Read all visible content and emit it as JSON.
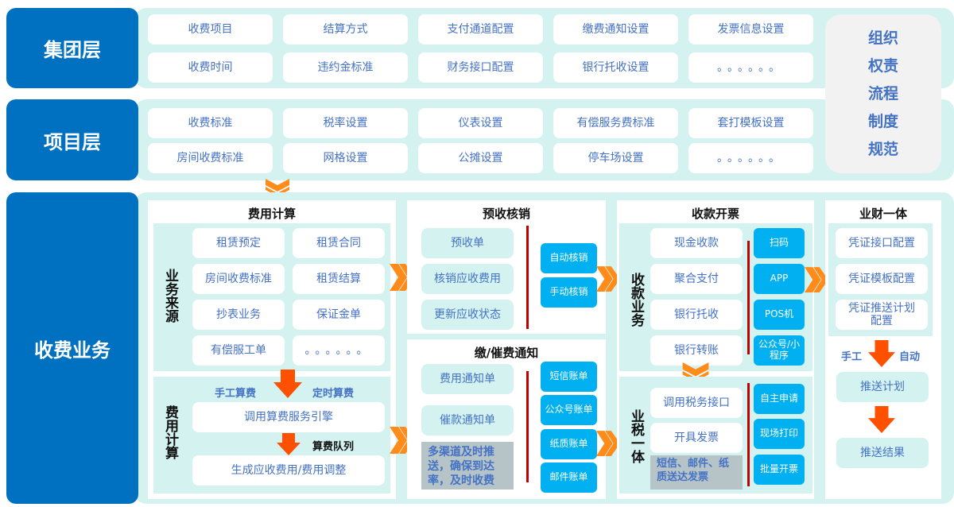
{
  "colors": {
    "layer_label_bg": "#0070c0",
    "band_bg": "#d4f3f0",
    "cell_text": "#4472c4",
    "accent_button": "#00b0f0",
    "chevron": "#ff8c1a",
    "down_arrow": "#ff5000",
    "divider": "#c00000",
    "side_panel_bg": "#f2f2f2"
  },
  "group_layer": {
    "label": "集团层",
    "row1": [
      "收费项目",
      "结算方式",
      "支付通道配置",
      "缴费通知设置",
      "发票信息设置"
    ],
    "row2": [
      "收费时间",
      "违约金标准",
      "财务接口配置",
      "银行托收设置",
      "。。。。。。"
    ]
  },
  "project_layer": {
    "label": "项目层",
    "row1": [
      "收费标准",
      "税率设置",
      "仪表设置",
      "有偿服务费标准",
      "套打模板设置"
    ],
    "row2": [
      "房间收费标准",
      "网格设置",
      "公摊设置",
      "停车场设置",
      "。。。。。。"
    ]
  },
  "governance": [
    "组织",
    "权责",
    "流程",
    "制度",
    "规范"
  ],
  "business_layer": {
    "label": "收费业务",
    "fee_calc": {
      "title": "费用计算",
      "source_label": "业务来源",
      "sources": [
        "租赁预定",
        "租赁合同",
        "房间收费标准",
        "租赁结算",
        "抄表业务",
        "保证金单",
        "有偿服工单",
        "。。。。。。"
      ],
      "calc_label": "费用计算",
      "manual": "手工算费",
      "scheduled": "定时算费",
      "engine": "调用算费服务引擎",
      "queue": "算费队列",
      "result": "生成应收费用/费用调整"
    },
    "prepay": {
      "title": "预收核销",
      "items": [
        "预收单",
        "核销应收费用",
        "更新应收状态"
      ],
      "buttons": [
        "自动核销",
        "手动核销"
      ]
    },
    "notice": {
      "title": "缴/催费通知",
      "items": [
        "费用通知单",
        "催款通知单"
      ],
      "note": "多渠道及时推送，确保到达率，及时收费",
      "buttons": [
        "短信账单",
        "公众号账单",
        "纸质账单",
        "邮件账单"
      ]
    },
    "collection": {
      "title": "收款开票",
      "collect_label": "收款业务",
      "items": [
        "现金收款",
        "聚合支付",
        "银行托收",
        "银行转账"
      ],
      "buttons": [
        "扫码",
        "APP",
        "POS机",
        "公众号/小程序"
      ],
      "tax_label": "业税一体",
      "tax_items": [
        "调用税务接口",
        "开具发票"
      ],
      "tax_note": "短信、邮件、纸质送达发票",
      "tax_buttons": [
        "自主申请",
        "现场打印",
        "批量开票"
      ]
    },
    "finance": {
      "title": "业财一体",
      "configs": [
        "凭证接口配置",
        "凭证模板配置",
        "凭证推送计划配置"
      ],
      "manual": "手工",
      "auto": "自动",
      "steps": [
        "推送计划",
        "推送结果"
      ]
    }
  }
}
